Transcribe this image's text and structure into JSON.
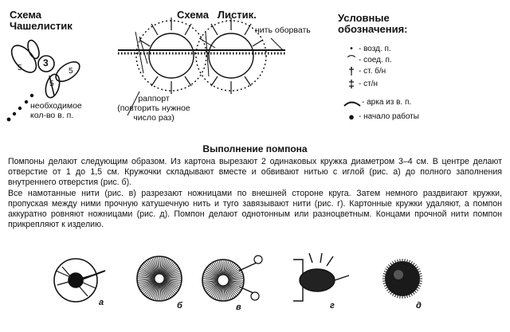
{
  "diagram_titles": {
    "calyx": [
      "Схема",
      "Чашелистик"
    ],
    "leaf": "Схема   Листик.",
    "cut_thread": "нить оборвать"
  },
  "calyx_numbers": [
    "3",
    "5",
    "5",
    "5"
  ],
  "calyx_note": [
    "необходимое",
    "кол-во в. п."
  ],
  "rapport_note": [
    "раппорт",
    "(повторить нужное",
    "число раз)"
  ],
  "legend": {
    "title": [
      "Условные",
      "обозначения:"
    ],
    "items": [
      {
        "symbol": "•",
        "label": "- возд. п."
      },
      {
        "symbol": "⌒",
        "label": "- соед. п."
      },
      {
        "symbol": "†",
        "label": "- ст. б/н"
      },
      {
        "symbol": "‡",
        "label": "- ст/н"
      },
      {
        "symbol": "⌒",
        "label": "- арка из в. п."
      },
      {
        "symbol": "●",
        "label": "- начало работы"
      }
    ]
  },
  "section_title": "Выполнение помпона",
  "paragraphs": [
    "Помпоны делают следующим образом. Из картона вырезают 2 одинаковых кружка диаметром 3–4 см. В центре делают отверстие от 1 до 1,5 см. Кружочки складывают вместе и обвивают нитью с иглой (рис. а) до полного заполнения внутреннего отверстия (рис. б).",
    "Все намотанные нити (рис. в) разрезают ножницами по внешней стороне круга. Затем немного раздвигают кружки, пропуская между ними прочную катушечную нить и туго завязывают нити (рис. г). Картонные кружки удаляют, а помпон аккуратно ровняют ножницами (рис. д). Помпон делают однотонным или разноцветным. Концами прочной нити помпон прикрепляют к изделию."
  ],
  "figure_labels": [
    "а",
    "б",
    "в",
    "г",
    "д"
  ]
}
